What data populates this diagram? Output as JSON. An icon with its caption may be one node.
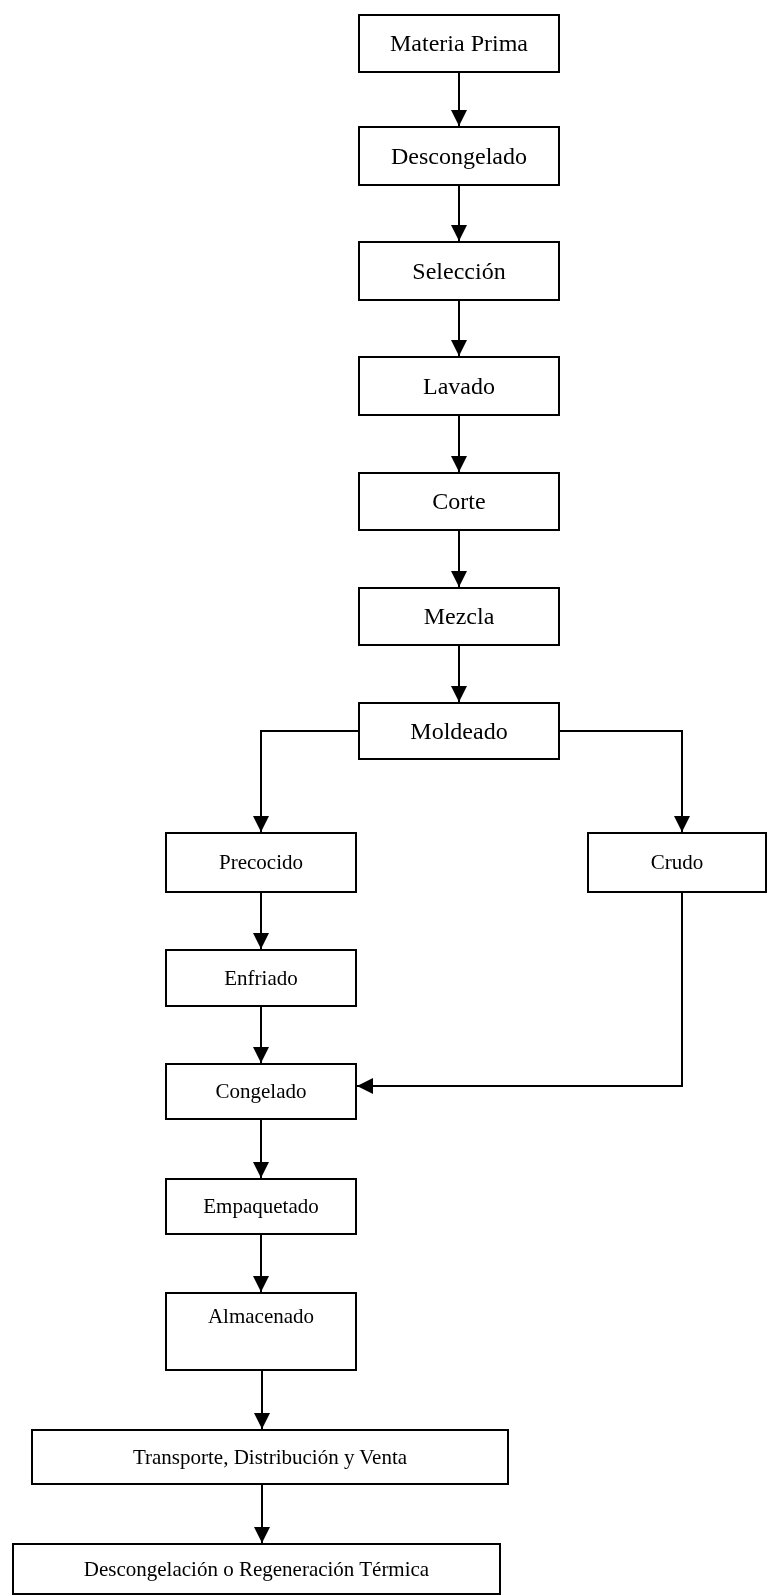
{
  "diagram": {
    "nodes": [
      {
        "text": [
          "Materia Prima"
        ]
      },
      {
        "text": [
          "Descongelado"
        ]
      },
      {
        "text": [
          "Selección"
        ]
      },
      {
        "text": [
          "Lavado"
        ]
      },
      {
        "text": [
          "Corte"
        ]
      },
      {
        "text": [
          "Mezcla"
        ]
      },
      {
        "text": [
          "Moldeado"
        ]
      },
      {
        "text": [
          "Precocido"
        ]
      },
      {
        "text": [
          "Crudo"
        ]
      },
      {
        "text": [
          "Enfriado"
        ]
      },
      {
        "text": [
          "Congelado"
        ]
      },
      {
        "text": [
          "Empaquetado"
        ]
      },
      {
        "text": [
          "Almacenado"
        ]
      },
      {
        "text": [
          "Transporte, Distribución y Venta"
        ]
      },
      {
        "text": [
          "Descongelación o Regeneración Térmica"
        ]
      }
    ],
    "edges": [
      {
        "from": 0,
        "to": 1,
        "arrow": "to"
      },
      {
        "from": 1,
        "to": 2,
        "arrow": "to"
      },
      {
        "from": 2,
        "to": 3,
        "arrow": "to"
      },
      {
        "from": 3,
        "to": 4,
        "arrow": "to"
      },
      {
        "from": 4,
        "to": 5,
        "arrow": "to"
      },
      {
        "from": 5,
        "to": 6,
        "arrow": "to"
      },
      {
        "from": 6,
        "to": 7,
        "arrow": "to"
      },
      {
        "from": 6,
        "to": 8,
        "arrow": "to"
      },
      {
        "from": 7,
        "to": 9,
        "arrow": "to"
      },
      {
        "from": 9,
        "to": 10,
        "arrow": "to"
      },
      {
        "from": 8,
        "to": 10,
        "arrow": "to"
      },
      {
        "from": 10,
        "to": 11,
        "arrow": "to"
      },
      {
        "from": 11,
        "to": 12,
        "arrow": "to"
      },
      {
        "from": 12,
        "to": 13,
        "arrow": "to"
      },
      {
        "from": 13,
        "to": 14,
        "arrow": "to"
      }
    ]
  }
}
